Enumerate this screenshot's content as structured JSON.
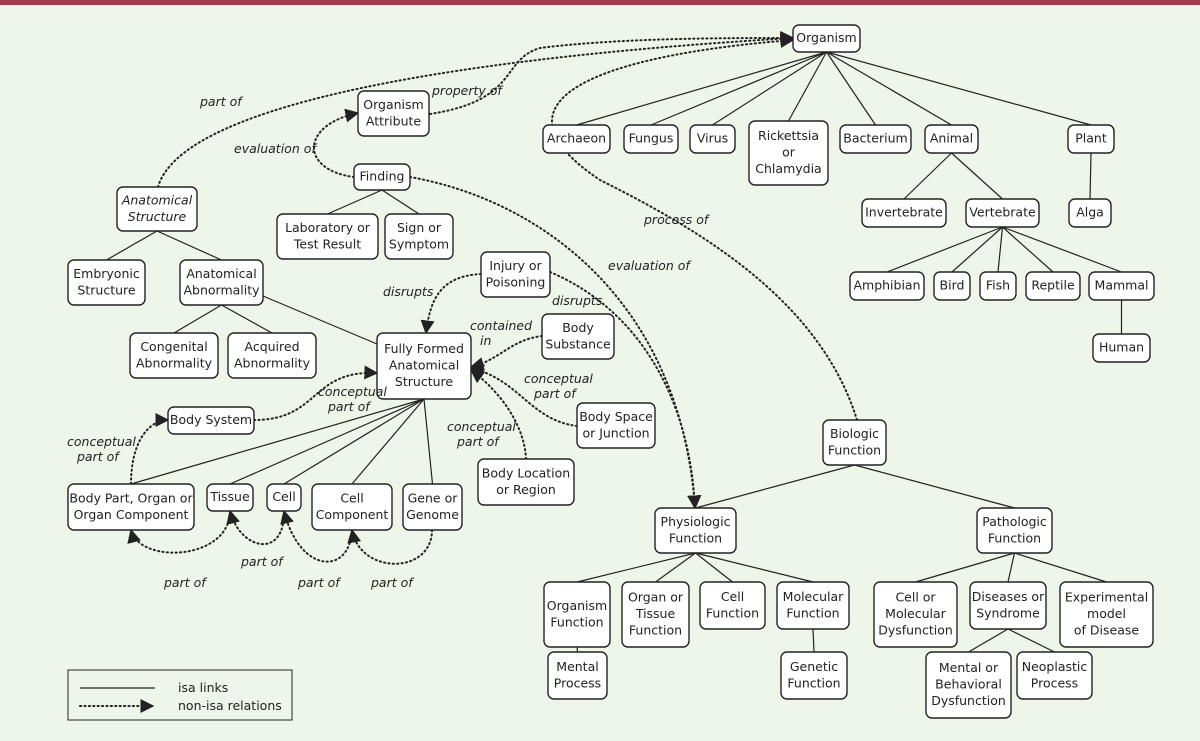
{
  "nodes": {
    "organism": [
      "Organism"
    ],
    "archaeon": [
      "Archaeon"
    ],
    "fungus": [
      "Fungus"
    ],
    "virus": [
      "Virus"
    ],
    "rickettsia": [
      "Rickettsia",
      "or",
      "Chlamydia"
    ],
    "bacterium": [
      "Bacterium"
    ],
    "animal": [
      "Animal"
    ],
    "plant": [
      "Plant"
    ],
    "invertebrate": [
      "Invertebrate"
    ],
    "vertebrate": [
      "Vertebrate"
    ],
    "alga": [
      "Alga"
    ],
    "amphibian": [
      "Amphibian"
    ],
    "bird": [
      "Bird"
    ],
    "fish": [
      "Fish"
    ],
    "reptile": [
      "Reptile"
    ],
    "mammal": [
      "Mammal"
    ],
    "human": [
      "Human"
    ],
    "organism_attribute": [
      "Organism",
      "Attribute"
    ],
    "finding": [
      "Finding"
    ],
    "lab_result": [
      "Laboratory or",
      "Test Result"
    ],
    "sign_symptom": [
      "Sign or",
      "Symptom"
    ],
    "anatomical_structure": [
      "Anatomical",
      "Structure"
    ],
    "embryonic_structure": [
      "Embryonic",
      "Structure"
    ],
    "anatomical_abnormality": [
      "Anatomical",
      "Abnormality"
    ],
    "congenital_abnormality": [
      "Congenital",
      "Abnormality"
    ],
    "acquired_abnormality": [
      "Acquired",
      "Abnormality"
    ],
    "fully_formed": [
      "Fully Formed",
      "Anatomical",
      "Structure"
    ],
    "injury": [
      "Injury or",
      "Poisoning"
    ],
    "body_substance": [
      "Body",
      "Substance"
    ],
    "body_system": [
      "Body System"
    ],
    "body_space": [
      "Body Space",
      "or Junction"
    ],
    "body_location": [
      "Body Location",
      "or Region"
    ],
    "body_part": [
      "Body Part, Organ or",
      "Organ Component"
    ],
    "tissue": [
      "Tissue"
    ],
    "cell": [
      "Cell"
    ],
    "cell_component": [
      "Cell",
      "Component"
    ],
    "gene": [
      "Gene  or",
      "Genome"
    ],
    "biologic_function": [
      "Biologic",
      "Function"
    ],
    "physiologic_function": [
      "Physiologic",
      "Function"
    ],
    "pathologic_function": [
      "Pathologic",
      "Function"
    ],
    "organism_function": [
      "Organism",
      "Function"
    ],
    "organ_tissue_function": [
      "Organ or",
      "Tissue",
      "Function"
    ],
    "cell_function": [
      "Cell",
      "Function"
    ],
    "molecular_function": [
      "Molecular",
      "Function"
    ],
    "cell_molecular_dysfunction": [
      "Cell or",
      "Molecular",
      "Dysfunction"
    ],
    "diseases_syndrome": [
      "Diseases or",
      "Syndrome"
    ],
    "experimental_model": [
      "Experimental",
      "model",
      "of Disease"
    ],
    "mental_process": [
      "Mental",
      "Process"
    ],
    "genetic_function": [
      "Genetic",
      "Function"
    ],
    "mental_behavioral": [
      "Mental or",
      "Behavioral",
      "Dysfunction"
    ],
    "neoplastic_process": [
      "Neoplastic",
      "Process"
    ]
  },
  "relation_labels": {
    "part_of_top": [
      "part of"
    ],
    "property_of": [
      "property of"
    ],
    "evaluation_of_finding": [
      "evaluation of"
    ],
    "process_of": [
      "process of"
    ],
    "evaluation_of_physio": [
      "evaluation of"
    ],
    "disrupts_left": [
      "disrupts"
    ],
    "disrupts_right": [
      "disrupts"
    ],
    "contained_in": [
      "contained",
      "in"
    ],
    "conceptual_part_of_system": [
      "conceptual",
      "part of"
    ],
    "conceptual_part_of_space": [
      "conceptual",
      "part of"
    ],
    "conceptual_part_of_location": [
      "conceptual",
      "part of"
    ],
    "conceptual_part_of_bodypart": [
      "conceptual",
      "part of"
    ],
    "part_of_tissue_bodypart": [
      "part of"
    ],
    "part_of_cell_tissue": [
      "part of"
    ],
    "part_of_component_cell": [
      "part of"
    ],
    "part_of_gene_component": [
      "part of"
    ]
  },
  "legend": {
    "isa_label": "isa links",
    "nonisa_label": "non-isa relations"
  },
  "colors": {
    "background": "#eef6e9",
    "top_bar": "#a23a4c",
    "box_fill": "#ffffff",
    "ink": "#222222"
  }
}
